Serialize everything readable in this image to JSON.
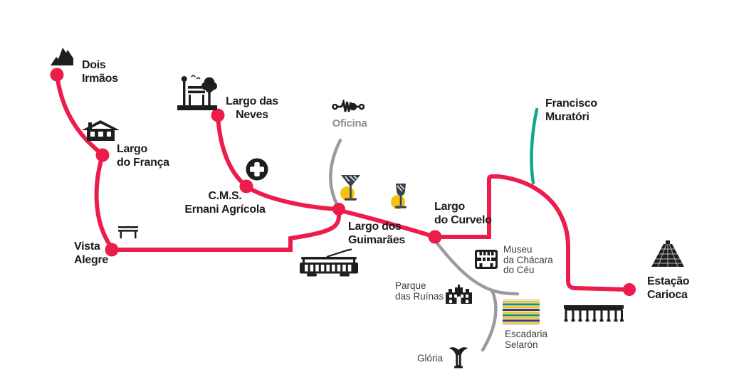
{
  "colors": {
    "route": "#EC1C4B",
    "branch": "#9B9B9B",
    "teal_line": "#12A78A",
    "label": "#1C1C1C",
    "secondary_label": "#3C3C3C",
    "muted_label": "#8F8F8F",
    "icon": "#1E1E1E",
    "glass_accent_yellow": "#F3C212",
    "glass": "#39404F",
    "tile_yellow": "#F2C230",
    "tile_green": "#1F8E67",
    "tile_navy": "#3D3C78",
    "tile_pale": "#DCD8EA"
  },
  "stations": {
    "dois_irmaos": {
      "lines": [
        "Dois",
        "Irmãos"
      ],
      "icon": "mountain-icon"
    },
    "largo_do_franca": {
      "lines": [
        "Largo",
        "do França"
      ],
      "icon": "house-icon"
    },
    "largo_das_neves": {
      "lines": [
        "Largo das",
        "Neves"
      ],
      "icon": "square-bench-tree-icon"
    },
    "cms_ernani_agricola": {
      "lines": [
        "C.M.S.",
        "Ernani Agrícola"
      ],
      "icon": "medical-cross-icon"
    },
    "vista_alegre": {
      "lines": [
        "Vista",
        "Alegre"
      ],
      "icon": "bench-icon"
    },
    "largo_dos_guimaraes": {
      "lines": [
        "Largo dos",
        "Guimarães"
      ],
      "icon": "tram-icon"
    },
    "largo_do_curvelo": {
      "lines": [
        "Largo",
        "do Curvelo"
      ]
    },
    "estacao_carioca": {
      "lines": [
        "Estação",
        "Carioca"
      ],
      "icon": "cathedral-icon"
    }
  },
  "places": {
    "oficina": {
      "label": "Oficina",
      "icon": "machine-part-icon"
    },
    "francisco_muratori": {
      "lines": [
        "Francisco",
        "Muratóri"
      ]
    },
    "museu_da_chacara_do_ceu": {
      "lines": [
        "Museu",
        "da Chácara",
        "do Céu"
      ],
      "icon": "museum-facade-icon"
    },
    "parque_das_ruinas": {
      "lines": [
        "Parque",
        "das Ruínas"
      ],
      "icon": "ruins-icon"
    },
    "escadaria_selaron": {
      "lines": [
        "Escadaria",
        "Selarón"
      ],
      "icon": "tiled-steps-icon"
    },
    "gloria": {
      "label": "Glória",
      "icon": "monument-icon"
    },
    "drinks_martini": {
      "icon": "martini-glass-icon"
    },
    "drinks_wine": {
      "icon": "wine-glass-icon"
    },
    "arcos_aqueduct": {
      "icon": "aqueduct-icon"
    }
  }
}
